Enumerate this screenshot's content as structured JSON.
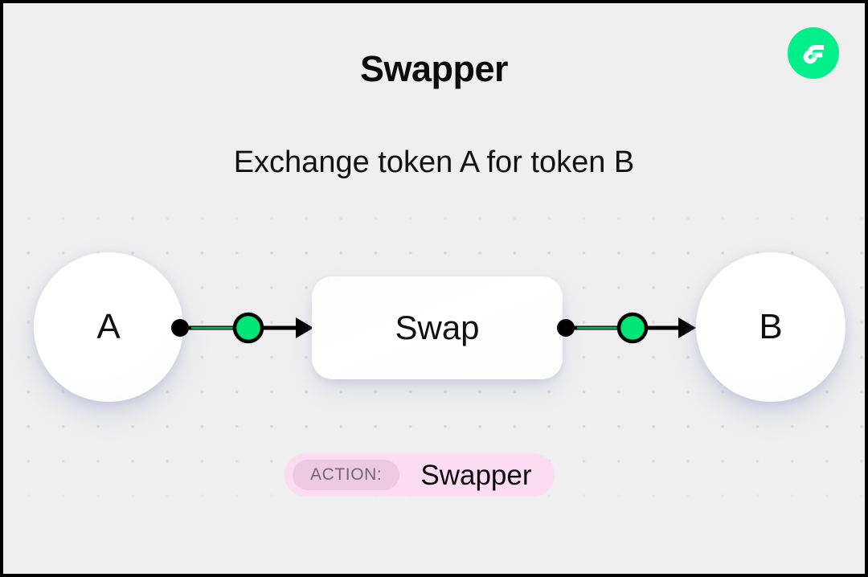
{
  "header": {
    "title": "Swapper",
    "subtitle": "Exchange token A for token B",
    "logo_name": "flow-logo"
  },
  "colors": {
    "background": "#efefef",
    "dot_grid": "#d9d9da",
    "accent_green": "#00e676",
    "logo_green": "#00ef8b",
    "badge_background": "#fbdcf3",
    "badge_pill": "#edc9e4",
    "badge_pill_text": "#6d6a70",
    "node_surface": "#ffffff",
    "stroke": "#000000",
    "shadow_tint": "#9698c8"
  },
  "diagram": {
    "type": "flow",
    "nodes": [
      {
        "id": "a",
        "label": "A",
        "shape": "circle"
      },
      {
        "id": "swap",
        "label": "Swap",
        "shape": "rounded-rect"
      },
      {
        "id": "b",
        "label": "B",
        "shape": "circle"
      }
    ],
    "edges": [
      {
        "id": "edge-a-swap",
        "from": "a",
        "to": "swap",
        "marker": "green-dot",
        "arrow": true
      },
      {
        "id": "edge-swap-b",
        "from": "swap",
        "to": "b",
        "marker": "green-dot",
        "arrow": true
      }
    ]
  },
  "action": {
    "prefix_label": "ACTION:",
    "value": "Swapper"
  }
}
